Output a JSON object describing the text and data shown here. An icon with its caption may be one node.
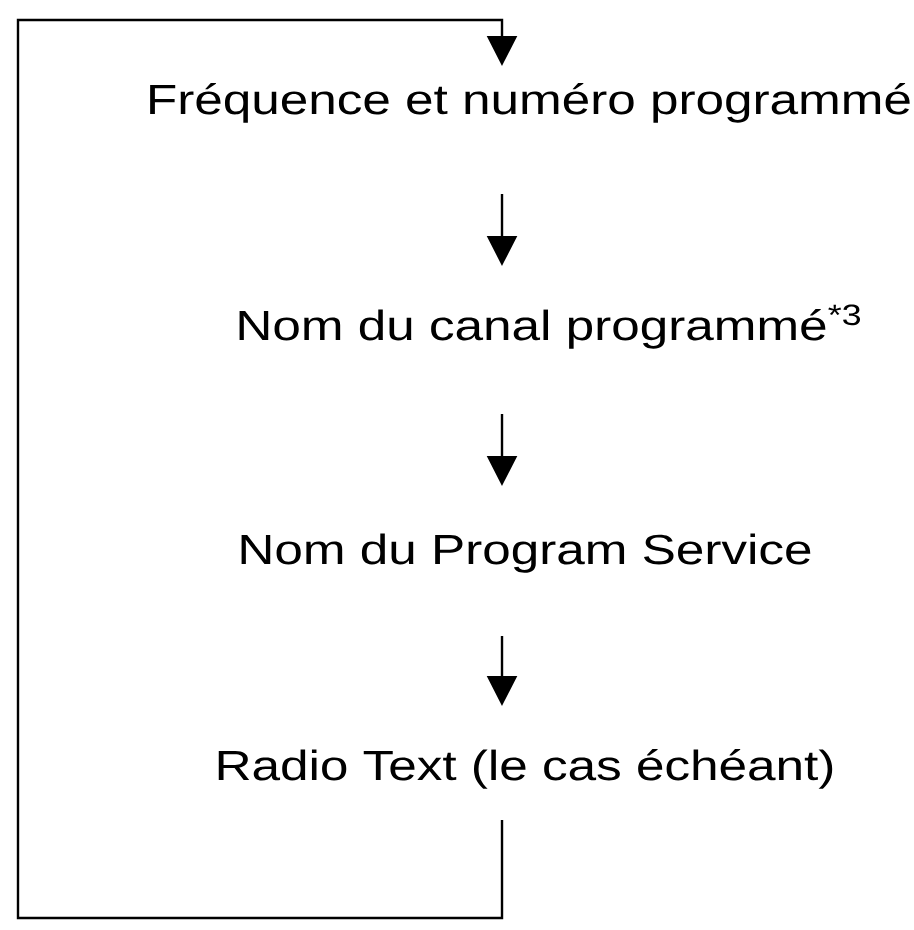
{
  "diagram": {
    "nodes": [
      {
        "text": [
          "Fréquence et numéro programmé"
        ]
      },
      {
        "text": [
          "Nom du canal programmé$^{*3}$"
        ]
      },
      {
        "text": [
          "Nom du Program Service"
        ]
      },
      {
        "text": [
          "Radio Text (le cas échéant)"
        ]
      }
    ],
    "edges": [
      {
        "from": 0,
        "to": 1,
        "arrow": "to"
      },
      {
        "from": 1,
        "to": 2,
        "arrow": "to"
      },
      {
        "from": 2,
        "to": 3,
        "arrow": "to"
      },
      {
        "from": 3,
        "to": 0,
        "arrow": "to"
      }
    ]
  }
}
